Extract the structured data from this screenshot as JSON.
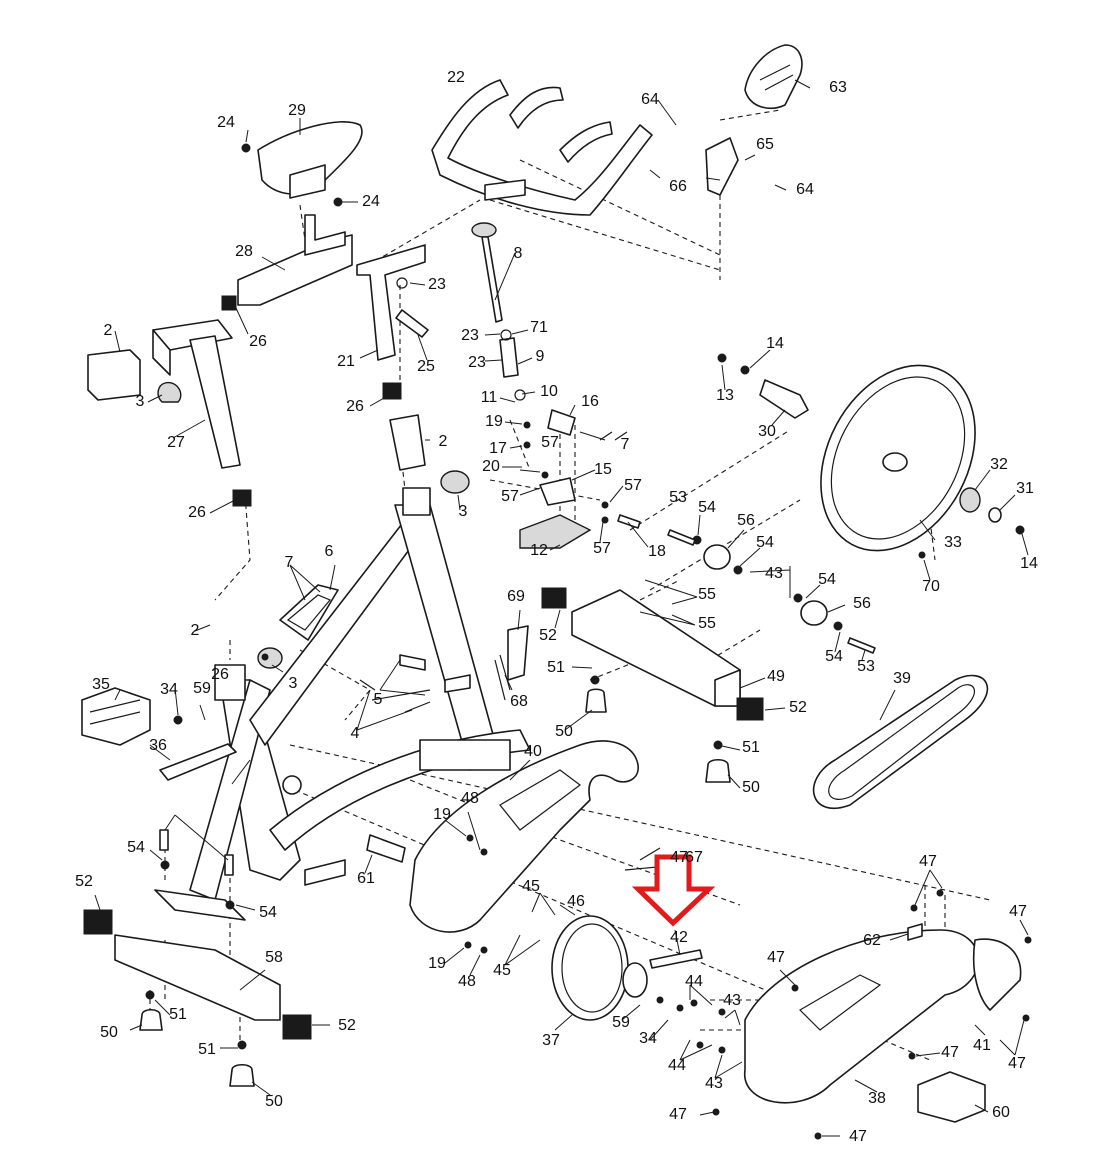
{
  "labels": [
    "2",
    "2",
    "2",
    "3",
    "3",
    "3",
    "4",
    "5",
    "6",
    "7",
    "7",
    "8",
    "9",
    "10",
    "11",
    "12",
    "13",
    "14",
    "14",
    "15",
    "16",
    "17",
    "18",
    "19",
    "19",
    "19",
    "20",
    "21",
    "22",
    "23",
    "23",
    "23",
    "24",
    "24",
    "25",
    "26",
    "26",
    "26",
    "26",
    "27",
    "28",
    "29",
    "30",
    "31",
    "32",
    "33",
    "34",
    "34",
    "35",
    "36",
    "37",
    "38",
    "39",
    "40",
    "41",
    "42",
    "43",
    "43",
    "43",
    "44",
    "44",
    "45",
    "45",
    "46",
    "47",
    "47",
    "47",
    "47",
    "47",
    "47",
    "47",
    "47",
    "48",
    "48",
    "49",
    "50",
    "50",
    "50",
    "50",
    "51",
    "51",
    "51",
    "51",
    "52",
    "52",
    "52",
    "52",
    "53",
    "53",
    "54",
    "54",
    "54",
    "54",
    "54",
    "54",
    "55",
    "55",
    "56",
    "56",
    "57",
    "57",
    "57",
    "57",
    "58",
    "59",
    "59",
    "60",
    "61",
    "62",
    "63",
    "64",
    "64",
    "65",
    "66",
    "67",
    "68",
    "69",
    "70",
    "71"
  ],
  "highlight": {
    "color": "#e3191c",
    "target_label": "42"
  }
}
